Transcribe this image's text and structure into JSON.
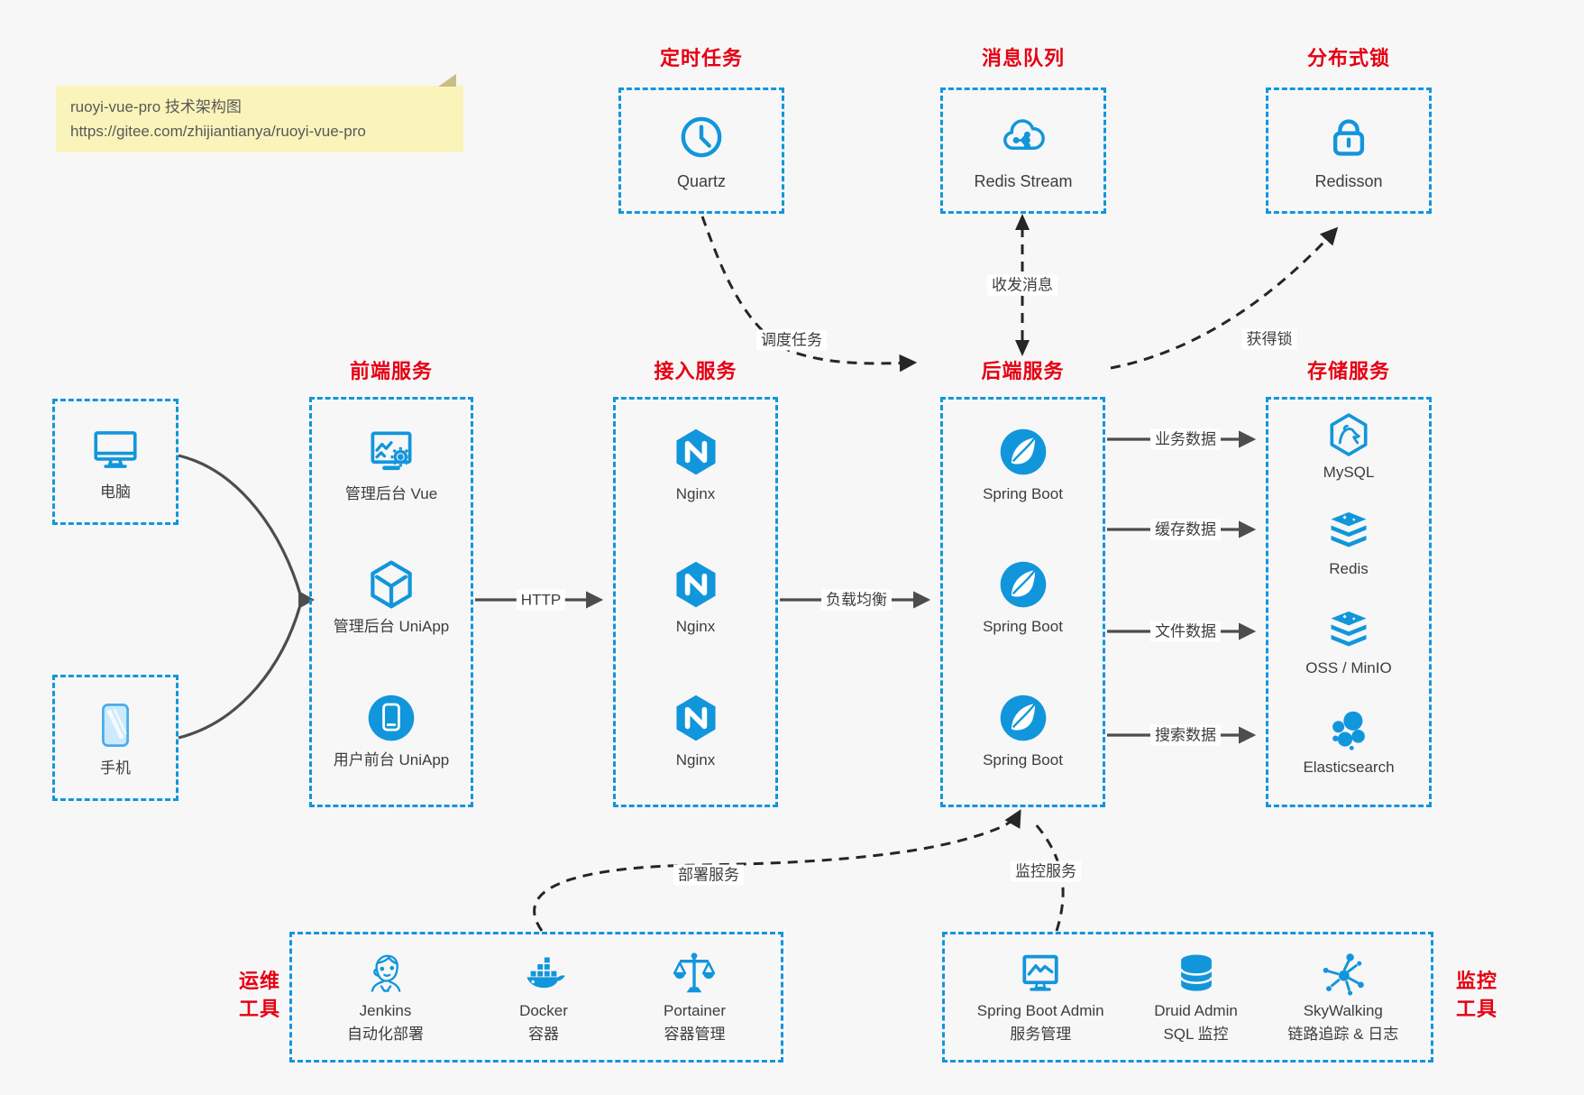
{
  "colors": {
    "accent_blue": "#1296db",
    "heading_red": "#e60012",
    "background": "#f7f7f8",
    "note_background": "#faf4bb",
    "solid_arrow": "#4d4d4d",
    "dashed_arrow": "#262626"
  },
  "note": {
    "line1": "ruoyi-vue-pro 技术架构图",
    "line2": "https://gitee.com/zhijiantianya/ruoyi-vue-pro"
  },
  "top_groups": [
    {
      "title": "定时任务",
      "item": {
        "icon": "clock-icon",
        "label": "Quartz"
      }
    },
    {
      "title": "消息队列",
      "item": {
        "icon": "cloud-stream-icon",
        "label": "Redis Stream"
      }
    },
    {
      "title": "分布式锁",
      "item": {
        "icon": "lock-icon",
        "label": "Redisson"
      }
    }
  ],
  "clients": [
    {
      "icon": "desktop-icon",
      "label": "电脑"
    },
    {
      "icon": "smartphone-icon",
      "label": "手机"
    }
  ],
  "columns": [
    {
      "title": "前端服务",
      "items": [
        {
          "icon": "admin-vue-icon",
          "label": "管理后台 Vue"
        },
        {
          "icon": "uniapp-cube-icon",
          "label": "管理后台 UniApp"
        },
        {
          "icon": "user-app-icon",
          "label": "用户前台 UniApp"
        }
      ]
    },
    {
      "title": "接入服务",
      "items": [
        {
          "icon": "nginx-icon",
          "label": "Nginx"
        },
        {
          "icon": "nginx-icon",
          "label": "Nginx"
        },
        {
          "icon": "nginx-icon",
          "label": "Nginx"
        }
      ]
    },
    {
      "title": "后端服务",
      "items": [
        {
          "icon": "spring-icon",
          "label": "Spring Boot"
        },
        {
          "icon": "spring-icon",
          "label": "Spring Boot"
        },
        {
          "icon": "spring-icon",
          "label": "Spring Boot"
        }
      ]
    },
    {
      "title": "存储服务",
      "items": [
        {
          "icon": "mysql-icon",
          "label": "MySQL"
        },
        {
          "icon": "redis-stack-icon",
          "label": "Redis"
        },
        {
          "icon": "oss-stack-icon",
          "label": "OSS / MinIO"
        },
        {
          "icon": "elasticsearch-icon",
          "label": "Elasticsearch"
        }
      ]
    }
  ],
  "edges": {
    "http": "HTTP",
    "load_balance": "负载均衡",
    "schedule": "调度任务",
    "message": "收发消息",
    "acquire_lock": "获得锁",
    "business_data": "业务数据",
    "cache_data": "缓存数据",
    "file_data": "文件数据",
    "search_data": "搜索数据",
    "deploy": "部署服务",
    "monitor": "监控服务"
  },
  "bottom_groups": [
    {
      "title_line1": "运维",
      "title_line2": "工具",
      "items": [
        {
          "icon": "jenkins-icon",
          "label": "Jenkins",
          "sublabel": "自动化部署"
        },
        {
          "icon": "docker-icon",
          "label": "Docker",
          "sublabel": "容器"
        },
        {
          "icon": "portainer-icon",
          "label": "Portainer",
          "sublabel": "容器管理"
        }
      ]
    },
    {
      "title_line1": "监控",
      "title_line2": "工具",
      "items": [
        {
          "icon": "spring-boot-admin-icon",
          "label": "Spring Boot Admin",
          "sublabel": "服务管理"
        },
        {
          "icon": "druid-icon",
          "label": "Druid Admin",
          "sublabel": "SQL 监控"
        },
        {
          "icon": "skywalking-icon",
          "label": "SkyWalking",
          "sublabel": "链路追踪 & 日志"
        }
      ]
    }
  ]
}
